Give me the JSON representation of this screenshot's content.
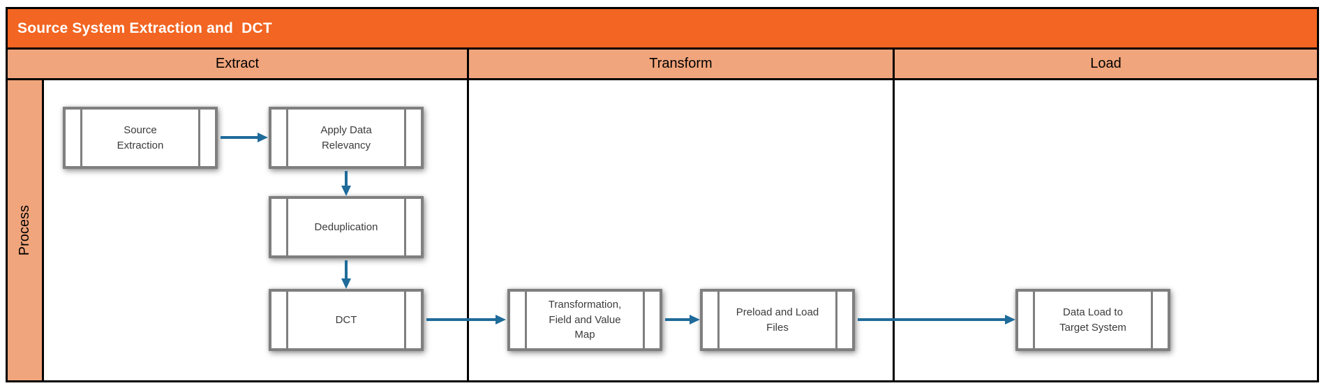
{
  "diagram": {
    "title": "Source System Extraction and  DCT",
    "row_label": "Process",
    "lanes": [
      "Extract",
      "Transform",
      "Load"
    ],
    "shape_type": "predefined-process",
    "nodes": [
      {
        "id": "source-extraction",
        "lane": "Extract",
        "label": "Source\nExtraction"
      },
      {
        "id": "apply-data-relevancy",
        "lane": "Extract",
        "label": "Apply Data\nRelevancy"
      },
      {
        "id": "deduplication",
        "lane": "Extract",
        "label": "Deduplication"
      },
      {
        "id": "dct",
        "lane": "Extract",
        "label": "DCT"
      },
      {
        "id": "transformation-field-and-value-map",
        "lane": "Transform",
        "label": "Transformation,\nField and Value\nMap"
      },
      {
        "id": "preload-and-load-files",
        "lane": "Transform",
        "label": "Preload and Load\nFiles"
      },
      {
        "id": "data-load-to-target-system",
        "lane": "Load",
        "label": "Data Load to\nTarget System"
      }
    ],
    "edges": [
      {
        "from": "source-extraction",
        "to": "apply-data-relevancy"
      },
      {
        "from": "apply-data-relevancy",
        "to": "deduplication"
      },
      {
        "from": "deduplication",
        "to": "dct"
      },
      {
        "from": "dct",
        "to": "transformation-field-and-value-map"
      },
      {
        "from": "transformation-field-and-value-map",
        "to": "preload-and-load-files"
      },
      {
        "from": "preload-and-load-files",
        "to": "data-load-to-target-system"
      }
    ]
  },
  "colors": {
    "title_band": "#F26522",
    "lane_band": "#F1A57C",
    "arrow": "#1F6B9A",
    "node_border": "#7F7F7F",
    "node_text": "#3B3B3B",
    "grid_line": "#000000",
    "title_text": "#FFFFFF"
  }
}
